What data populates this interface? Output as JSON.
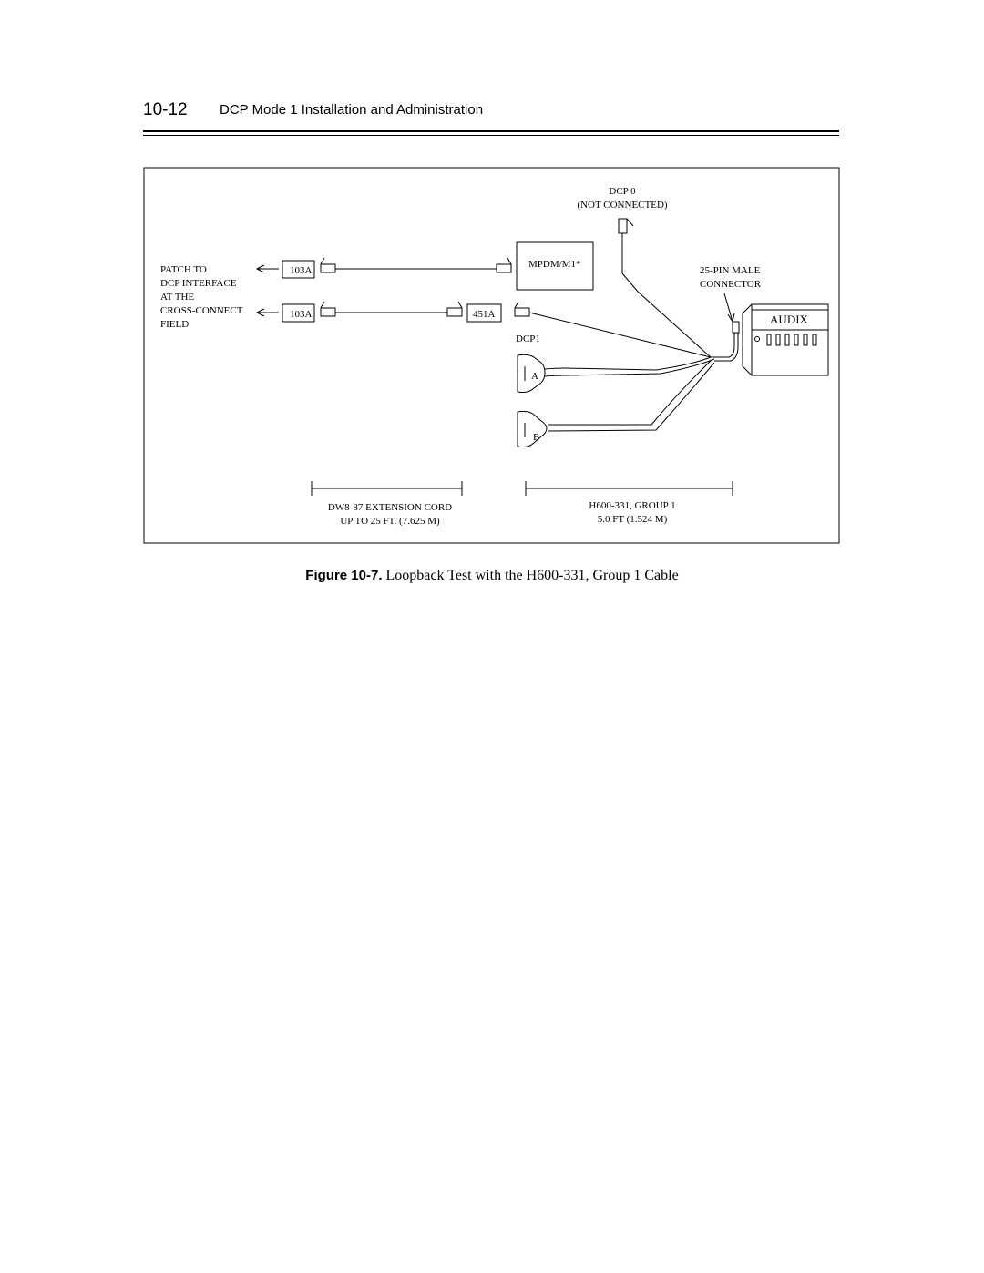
{
  "header": {
    "page_number": "10-12",
    "title": "DCP Mode 1 Installation and Administration"
  },
  "diagram": {
    "labels": {
      "patch_to": [
        "PATCH TO",
        "DCP INTERFACE",
        "AT THE",
        "CROSS-CONNECT",
        "FIELD"
      ],
      "dcp0": [
        "DCP 0",
        "(NOT CONNECTED)"
      ],
      "pin_connector": [
        "25-PIN MALE",
        "CONNECTOR"
      ],
      "mpdm": "MPDM/M1*",
      "block_103a_top": "103A",
      "block_103a_bottom": "103A",
      "block_451a": "451A",
      "dcp1": "DCP1",
      "port_a": "A",
      "port_b": "B",
      "audix": "AUDIX",
      "extension_cord": [
        "DW8-87 EXTENSION CORD",
        "UP TO 25 FT. (7.625 M)"
      ],
      "cable": [
        "H600-331, GROUP 1",
        "5.0 FT (1.524 M)"
      ]
    }
  },
  "caption": {
    "label": "Figure 10-7.",
    "text": "Loopback Test with the H600-331, Group 1 Cable"
  }
}
